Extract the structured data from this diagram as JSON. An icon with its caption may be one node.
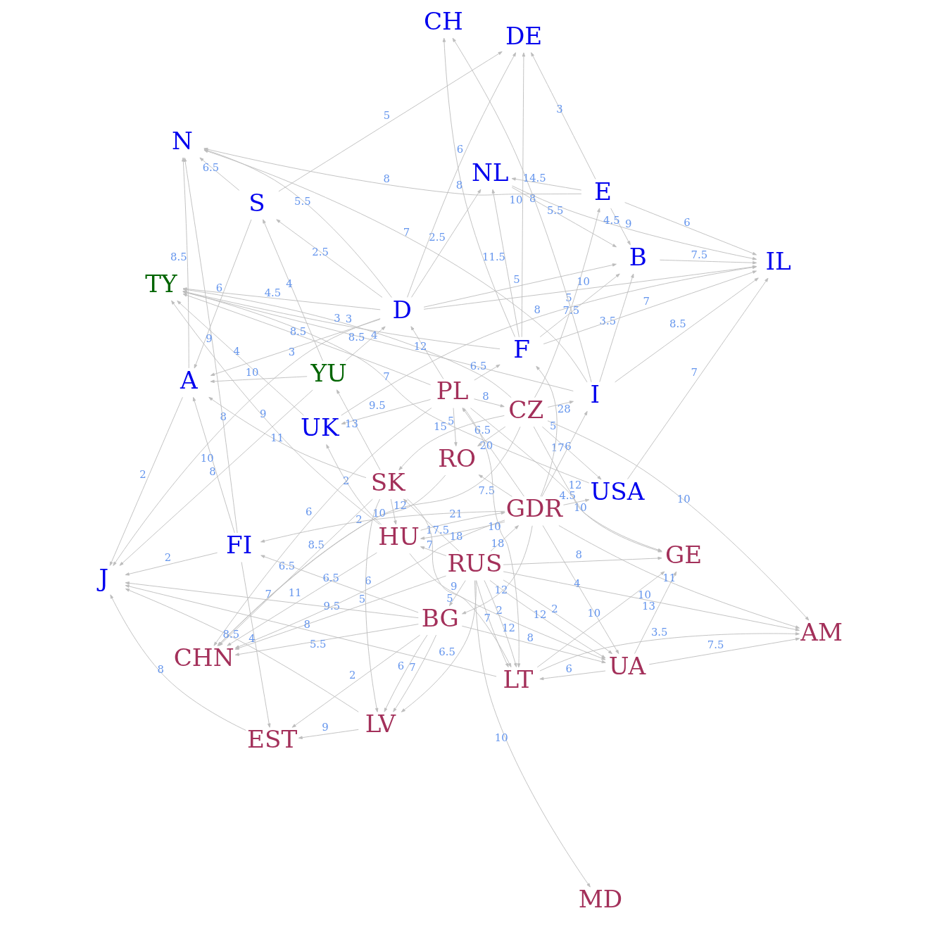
{
  "diagram": {
    "nodes": [
      {
        "text": [
          "TY"
        ]
      },
      {
        "text": [
          "IL"
        ]
      },
      {
        "text": [
          "CHN"
        ]
      },
      {
        "text": [
          "CH"
        ]
      },
      {
        "text": [
          "B"
        ]
      },
      {
        "text": [
          "UK"
        ]
      },
      {
        "text": [
          "GE"
        ]
      },
      {
        "text": [
          "USA"
        ]
      },
      {
        "text": [
          "RO"
        ]
      },
      {
        "text": [
          "AM"
        ]
      },
      {
        "text": [
          "HU"
        ]
      },
      {
        "text": [
          "CZ"
        ]
      },
      {
        "text": [
          "UA"
        ]
      },
      {
        "text": [
          "I"
        ]
      },
      {
        "text": [
          "GDR"
        ]
      },
      {
        "text": [
          "PL"
        ]
      },
      {
        "text": [
          "F"
        ]
      },
      {
        "text": [
          "RUS"
        ]
      },
      {
        "text": [
          "SK"
        ]
      },
      {
        "text": [
          "NL"
        ]
      },
      {
        "text": [
          "LT"
        ]
      },
      {
        "text": [
          "MD"
        ]
      },
      {
        "text": [
          "E"
        ]
      },
      {
        "text": [
          "YU"
        ]
      },
      {
        "text": [
          "D"
        ]
      },
      {
        "text": [
          "BG"
        ]
      },
      {
        "text": [
          "LV"
        ]
      },
      {
        "text": [
          "S"
        ]
      },
      {
        "text": [
          "FI"
        ]
      },
      {
        "text": [
          "EST"
        ]
      },
      {
        "text": [
          "A"
        ]
      },
      {
        "text": [
          "DE"
        ]
      },
      {
        "text": [
          "N"
        ]
      },
      {
        "text": [
          "J"
        ]
      }
    ],
    "edges": [
      {
        "from": 7,
        "to": 0,
        "arrow": "to",
        "label": "7"
      },
      {
        "from": 5,
        "to": 0,
        "arrow": "to",
        "label": "4"
      },
      {
        "from": 16,
        "to": 0,
        "arrow": "to",
        "label": "3"
      },
      {
        "from": 13,
        "to": 0,
        "arrow": "to",
        "label": "4"
      },
      {
        "from": 24,
        "to": 0,
        "arrow": "to",
        "label": "4.5"
      },
      {
        "from": 11,
        "to": 0,
        "arrow": "to",
        "label": "3"
      },
      {
        "from": 10,
        "to": 0,
        "arrow": "to",
        "label": "9"
      },
      {
        "from": 15,
        "to": 0,
        "arrow": "to",
        "label": "8.5"
      },
      {
        "from": 7,
        "to": 1,
        "arrow": "to",
        "label": "7"
      },
      {
        "from": 16,
        "to": 1,
        "arrow": "to",
        "label": "7"
      },
      {
        "from": 5,
        "to": 1,
        "arrow": "to",
        "label": "8"
      },
      {
        "from": 13,
        "to": 1,
        "arrow": "to",
        "label": "8.5"
      },
      {
        "from": 24,
        "to": 1,
        "arrow": "to",
        "label": "10"
      },
      {
        "from": 19,
        "to": 1,
        "arrow": "to",
        "label": "9"
      },
      {
        "from": 22,
        "to": 1,
        "arrow": "to",
        "label": "6"
      },
      {
        "from": 4,
        "to": 1,
        "arrow": "to",
        "label": "7.5"
      },
      {
        "from": 8,
        "to": 2,
        "arrow": "to",
        "label": "8.5"
      },
      {
        "from": 10,
        "to": 2,
        "arrow": "to",
        "label": "11"
      },
      {
        "from": 11,
        "to": 2,
        "arrow": "to",
        "label": "2"
      },
      {
        "from": 14,
        "to": 2,
        "arrow": "to",
        "label": "6"
      },
      {
        "from": 15,
        "to": 2,
        "arrow": "to",
        "label": "6"
      },
      {
        "from": 17,
        "to": 2,
        "arrow": "to",
        "label": "9.5"
      },
      {
        "from": 25,
        "to": 2,
        "arrow": "to",
        "label": "5.5"
      },
      {
        "from": 18,
        "to": 2,
        "arrow": "to",
        "label": "6.5"
      },
      {
        "from": 16,
        "to": 3,
        "arrow": "to",
        "label": "8"
      },
      {
        "from": 13,
        "to": 3,
        "arrow": "to",
        "label": "8"
      },
      {
        "from": 19,
        "to": 4,
        "arrow": "to",
        "label": "5.5"
      },
      {
        "from": 16,
        "to": 4,
        "arrow": "to",
        "label": "7.5"
      },
      {
        "from": 22,
        "to": 4,
        "arrow": "to",
        "label": "4.5"
      },
      {
        "from": 13,
        "to": 4,
        "arrow": "to",
        "label": "3.5"
      },
      {
        "from": 24,
        "to": 4,
        "arrow": "to",
        "label": "5"
      },
      {
        "from": 17,
        "to": 6,
        "arrow": "to",
        "label": "8"
      },
      {
        "from": 12,
        "to": 6,
        "arrow": "to",
        "label": "13"
      },
      {
        "from": 15,
        "to": 6,
        "arrow": "to",
        "label": "12"
      },
      {
        "from": 11,
        "to": 6,
        "arrow": "to",
        "label": "10"
      },
      {
        "from": 20,
        "to": 6,
        "arrow": "to",
        "label": "10"
      },
      {
        "from": 17,
        "to": 9,
        "arrow": "to",
        "label": "10"
      },
      {
        "from": 12,
        "to": 9,
        "arrow": "to",
        "label": "7.5"
      },
      {
        "from": 14,
        "to": 9,
        "arrow": "to",
        "label": "11"
      },
      {
        "from": 11,
        "to": 9,
        "arrow": "to",
        "label": "10"
      },
      {
        "from": 20,
        "to": 9,
        "arrow": "to",
        "label": "3.5"
      },
      {
        "from": 17,
        "to": 21,
        "arrow": "to",
        "label": "10"
      },
      {
        "from": 22,
        "to": 31,
        "arrow": "to",
        "label": "3"
      },
      {
        "from": 27,
        "to": 31,
        "arrow": "to",
        "label": "5"
      },
      {
        "from": 24,
        "to": 31,
        "arrow": "to",
        "label": "6"
      },
      {
        "from": 16,
        "to": 31,
        "arrow": "to",
        "label": "10"
      },
      {
        "from": 27,
        "to": 32,
        "arrow": "to",
        "label": "6.5"
      },
      {
        "from": 24,
        "to": 32,
        "arrow": "to",
        "label": "5.5"
      },
      {
        "from": 22,
        "to": 32,
        "arrow": "to",
        "label": "8"
      },
      {
        "from": 30,
        "to": 32,
        "arrow": "to",
        "label": "8.5"
      },
      {
        "from": 28,
        "to": 32,
        "arrow": "to",
        "label": "9"
      },
      {
        "from": 13,
        "to": 32,
        "arrow": "to",
        "label": "7"
      },
      {
        "from": 24,
        "to": 30,
        "arrow": "to",
        "label": "3"
      },
      {
        "from": 27,
        "to": 30,
        "arrow": "to",
        "label": "6"
      },
      {
        "from": 28,
        "to": 30,
        "arrow": "to",
        "label": "10"
      },
      {
        "from": 28,
        "to": 33,
        "arrow": "to",
        "label": "2"
      },
      {
        "from": 30,
        "to": 33,
        "arrow": "to",
        "label": "2"
      },
      {
        "from": 25,
        "to": 33,
        "arrow": "to",
        "label": "7"
      },
      {
        "from": 26,
        "to": 33,
        "arrow": "to",
        "label": "8.5"
      },
      {
        "from": 29,
        "to": 33,
        "arrow": "to",
        "label": "8"
      },
      {
        "from": 20,
        "to": 33,
        "arrow": "to",
        "label": "8"
      },
      {
        "from": 23,
        "to": 33,
        "arrow": "to",
        "label": "8"
      },
      {
        "from": 24,
        "to": 33,
        "arrow": "to",
        "label": "8"
      },
      {
        "from": 17,
        "to": 20,
        "arrow": "to",
        "label": "12"
      },
      {
        "from": 12,
        "to": 20,
        "arrow": "to",
        "label": "6"
      },
      {
        "from": 15,
        "to": 20,
        "arrow": "to",
        "label": "10"
      },
      {
        "from": 17,
        "to": 12,
        "arrow": "to",
        "label": "2"
      },
      {
        "from": 10,
        "to": 12,
        "arrow": "to",
        "label": "2"
      },
      {
        "from": 14,
        "to": 12,
        "arrow": "to",
        "label": "4"
      },
      {
        "from": 28,
        "to": 29,
        "arrow": "to",
        "label": "4"
      },
      {
        "from": 26,
        "to": 29,
        "arrow": "to",
        "label": "9"
      },
      {
        "from": 25,
        "to": 29,
        "arrow": "to",
        "label": "2"
      },
      {
        "from": 17,
        "to": 26,
        "arrow": "to",
        "label": "6.5"
      },
      {
        "from": 25,
        "to": 26,
        "arrow": "to",
        "label": "7"
      },
      {
        "from": 16,
        "to": 19,
        "arrow": "to",
        "label": "11.5"
      },
      {
        "from": 22,
        "to": 19,
        "arrow": "to",
        "label": "14.5"
      },
      {
        "from": 24,
        "to": 19,
        "arrow": "to",
        "label": "2.5"
      },
      {
        "from": 14,
        "to": 7,
        "arrow": "to",
        "label": "4.5"
      },
      {
        "from": 11,
        "to": 7,
        "arrow": "to",
        "label": "6"
      },
      {
        "from": 15,
        "to": 5,
        "arrow": "to",
        "label": "9.5"
      },
      {
        "from": 10,
        "to": 5,
        "arrow": "to",
        "label": "2"
      },
      {
        "from": 14,
        "to": 8,
        "arrow": "to",
        "label": "7.5"
      },
      {
        "from": 11,
        "to": 8,
        "arrow": "to",
        "label": "6.5"
      },
      {
        "from": 15,
        "to": 8,
        "arrow": "to",
        "label": "5"
      },
      {
        "from": 17,
        "to": 10,
        "arrow": "to",
        "label": "7"
      },
      {
        "from": 14,
        "to": 10,
        "arrow": "to",
        "label": "18"
      },
      {
        "from": 18,
        "to": 10,
        "arrow": "to",
        "label": "12"
      },
      {
        "from": 17,
        "to": 12,
        "arrow": "to",
        "label": "12"
      },
      {
        "from": 25,
        "to": 12,
        "arrow": "to",
        "label": "8"
      },
      {
        "from": 18,
        "to": 20,
        "arrow": "to",
        "label": "5"
      },
      {
        "from": 17,
        "to": 20,
        "arrow": "to",
        "label": "7"
      },
      {
        "from": 17,
        "to": 25,
        "arrow": "to",
        "label": "9"
      },
      {
        "from": 14,
        "to": 25,
        "arrow": "to",
        "label": "12"
      },
      {
        "from": 18,
        "to": 26,
        "arrow": "to",
        "label": "5"
      },
      {
        "from": 25,
        "to": 26,
        "arrow": "to",
        "label": "6"
      },
      {
        "from": 14,
        "to": 13,
        "arrow": "to",
        "label": "17"
      },
      {
        "from": 11,
        "to": 13,
        "arrow": "to",
        "label": "28"
      },
      {
        "from": 15,
        "to": 16,
        "arrow": "to",
        "label": "6.5"
      },
      {
        "from": 14,
        "to": 16,
        "arrow": "to",
        "label": "5"
      },
      {
        "from": 23,
        "to": 24,
        "arrow": "to",
        "label": "8.5"
      },
      {
        "from": 15,
        "to": 24,
        "arrow": "to",
        "label": "12"
      },
      {
        "from": 18,
        "to": 23,
        "arrow": "to",
        "label": "13"
      },
      {
        "from": 11,
        "to": 22,
        "arrow": "to",
        "label": "5"
      },
      {
        "from": 24,
        "to": 27,
        "arrow": "to",
        "label": "2.5"
      },
      {
        "from": 23,
        "to": 27,
        "arrow": "to",
        "label": "4"
      },
      {
        "from": 14,
        "to": 28,
        "arrow": "to",
        "label": "10"
      },
      {
        "from": 25,
        "to": 28,
        "arrow": "to",
        "label": "6.5"
      },
      {
        "from": 18,
        "to": 30,
        "arrow": "to",
        "label": "11"
      },
      {
        "from": 23,
        "to": 30,
        "arrow": "to",
        "label": "10"
      },
      {
        "from": 14,
        "to": 15,
        "arrow": "to",
        "label": "20"
      },
      {
        "from": 11,
        "to": 18,
        "arrow": "to",
        "label": "15"
      },
      {
        "from": 17,
        "to": 14,
        "arrow": "to",
        "label": "18"
      },
      {
        "from": 15,
        "to": 11,
        "arrow": "to",
        "label": "8"
      },
      {
        "from": 10,
        "to": 14,
        "arrow": "to",
        "label": "21"
      },
      {
        "from": 17,
        "to": 18,
        "arrow": "to",
        "label": "17.5"
      }
    ]
  }
}
